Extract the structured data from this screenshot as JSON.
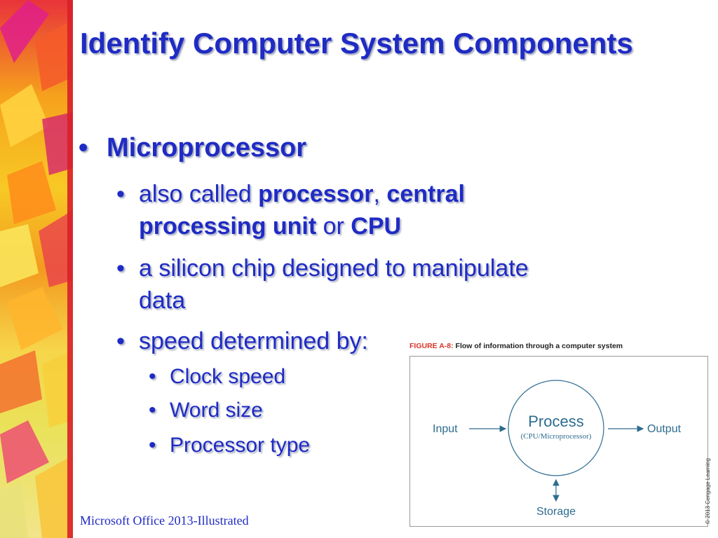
{
  "slide": {
    "title": "Identify Computer System Components",
    "bullet": "Microprocessor",
    "sub_bullets": [
      {
        "parts": [
          {
            "text": "also called ",
            "bold": false
          },
          {
            "text": "processor",
            "bold": true
          },
          {
            "text": ", ",
            "bold": false
          },
          {
            "text": "central",
            "bold": true
          }
        ]
      },
      {
        "parts": [
          {
            "text": "processing unit",
            "bold": true
          },
          {
            "text": " or ",
            "bold": false
          },
          {
            "text": "CPU",
            "bold": true
          }
        ]
      },
      {
        "text_line1": "a silicon chip designed to manipulate",
        "text_line2": "data"
      },
      {
        "text": "speed determined by:"
      }
    ],
    "sub_sub_bullets": [
      "Clock speed",
      "Word size",
      "Processor type"
    ],
    "footer": "Microsoft Office 2013-Illustrated",
    "bullet_char": "•"
  },
  "figure": {
    "label": "FIGURE A-8:",
    "caption": " Flow of information through a computer system",
    "input": "Input",
    "process": "Process",
    "process_sub": "(CPU/Microprocessor)",
    "output": "Output",
    "storage": "Storage",
    "credit": "© 2013 Cengage Learning"
  },
  "colors": {
    "text_blue": "#1f2bc4",
    "figure_blue": "#2d6c8f",
    "figure_label_red": "#d9332a"
  }
}
